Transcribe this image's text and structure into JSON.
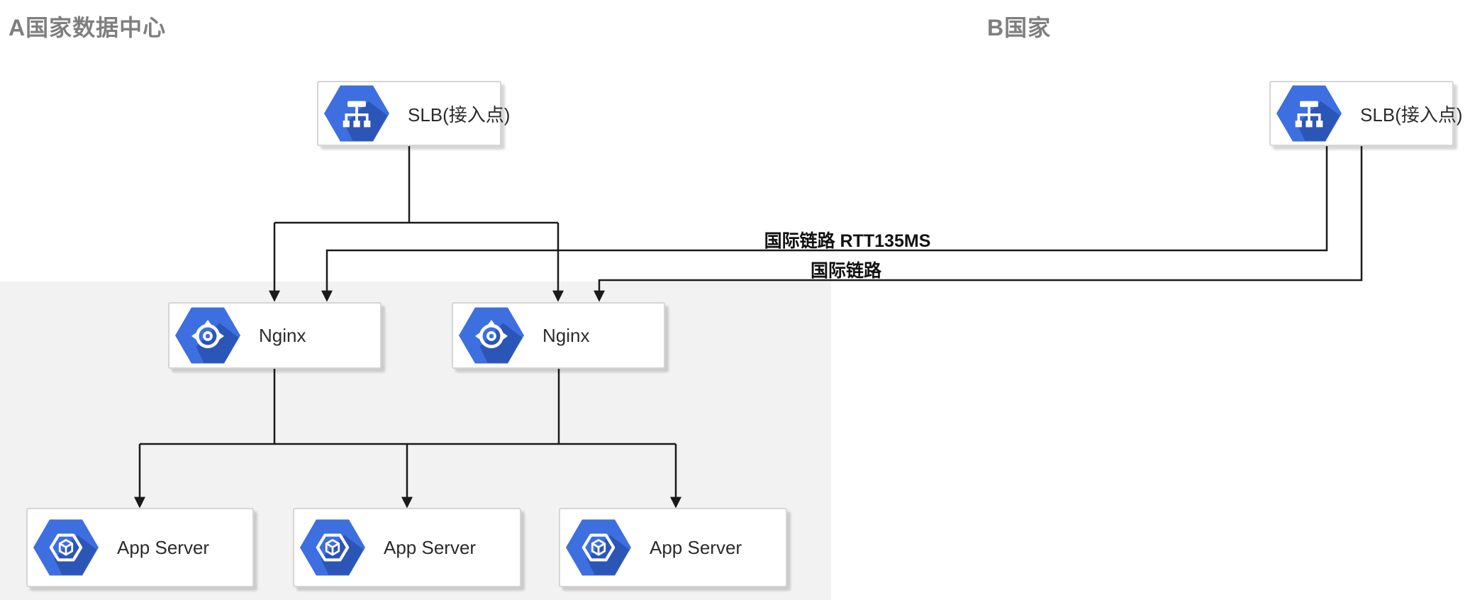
{
  "regions": {
    "datacenter_a": {
      "title": "A国家数据中心"
    },
    "country_b": {
      "title": "B国家"
    }
  },
  "nodes": {
    "slb_a": {
      "label": "SLB(接入点)",
      "icon": "load-balancer-hexagon-icon"
    },
    "slb_b": {
      "label": "SLB(接入点)",
      "icon": "load-balancer-hexagon-icon"
    },
    "nginx_a": {
      "label": "Nginx",
      "icon": "engine-target-hexagon-icon"
    },
    "nginx_b": {
      "label": "Nginx",
      "icon": "engine-target-hexagon-icon"
    },
    "app_1": {
      "label": "App Server",
      "icon": "cube-hexagon-icon"
    },
    "app_2": {
      "label": "App Server",
      "icon": "cube-hexagon-icon"
    },
    "app_3": {
      "label": "App Server",
      "icon": "cube-hexagon-icon"
    }
  },
  "links": {
    "intl_rtt": {
      "label": "国际链路 RTT135MS"
    },
    "intl": {
      "label": "国际链路"
    }
  },
  "colors": {
    "icon_blue": "#3d6fe0",
    "icon_blue_shadow": "#2c55b8",
    "zone_bg": "#f2f2f2",
    "title_gray": "#7f7f7f",
    "line_black": "#1a1a1a"
  }
}
